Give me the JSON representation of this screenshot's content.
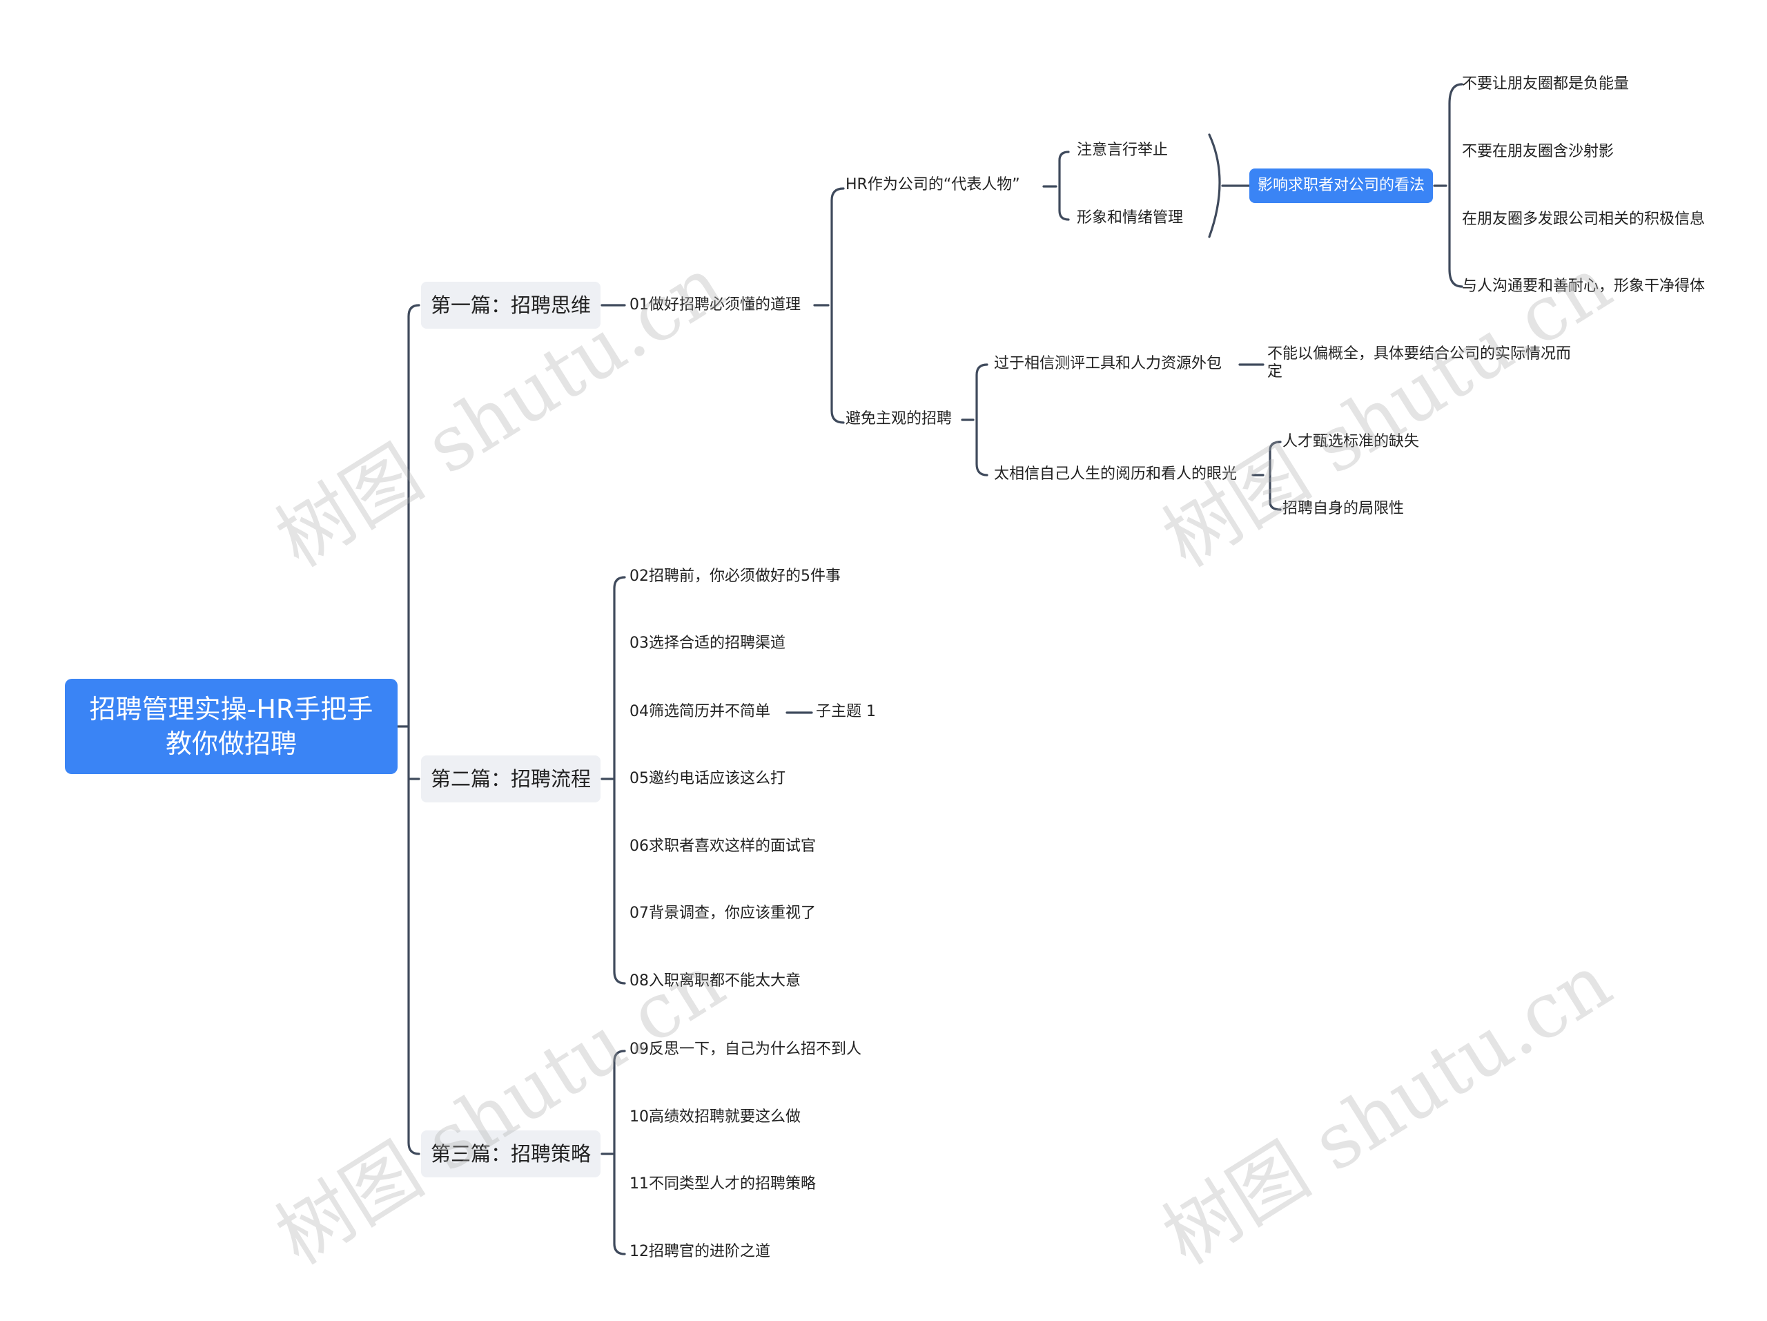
{
  "root": {
    "line1": "招聘管理实操-HR手把手",
    "line2": "教你做招聘"
  },
  "chapters": [
    {
      "label": "第一篇：招聘思维"
    },
    {
      "label": "第二篇：招聘流程"
    },
    {
      "label": "第三篇：招聘策略"
    }
  ],
  "part1": {
    "topic": "01做好招聘必须懂的道理",
    "hr_rep": "HR作为公司的“代表人物”",
    "hr_rep_children": [
      "注意言行举止",
      "形象和情绪管理"
    ],
    "summary": "影响求职者对公司的看法",
    "summary_children": [
      "不要让朋友圈都是负能量",
      "不要在朋友圈含沙射影",
      "在朋友圈多发跟公司相关的积极信息",
      "与人沟通要和善耐心，形象干净得体"
    ],
    "avoid": "避免主观的招聘",
    "avoid_children": [
      "过于相信测评工具和人力资源外包",
      "太相信自己人生的阅历和看人的眼光"
    ],
    "tools_note_line1": "不能以偏概全，具体要结合公司的实际情况而",
    "tools_note_line2": "定",
    "experience_children": [
      "人才甄选标准的缺失",
      "招聘自身的局限性"
    ]
  },
  "part2": {
    "items": [
      "02招聘前，你必须做好的5件事",
      "03选择合适的招聘渠道",
      "04筛选简历并不简单",
      "05邀约电话应该这么打",
      "06求职者喜欢这样的面试官",
      "07背景调查，你应该重视了",
      "08入职离职都不能太大意"
    ],
    "subtopic": "子主题 1"
  },
  "part3": {
    "items": [
      "09反思一下，自己为什么招不到人",
      "10高绩效招聘就要这么做",
      "11不同类型人才的招聘策略",
      "12招聘官的进阶之道"
    ]
  },
  "watermark": "树图 shutu.cn"
}
